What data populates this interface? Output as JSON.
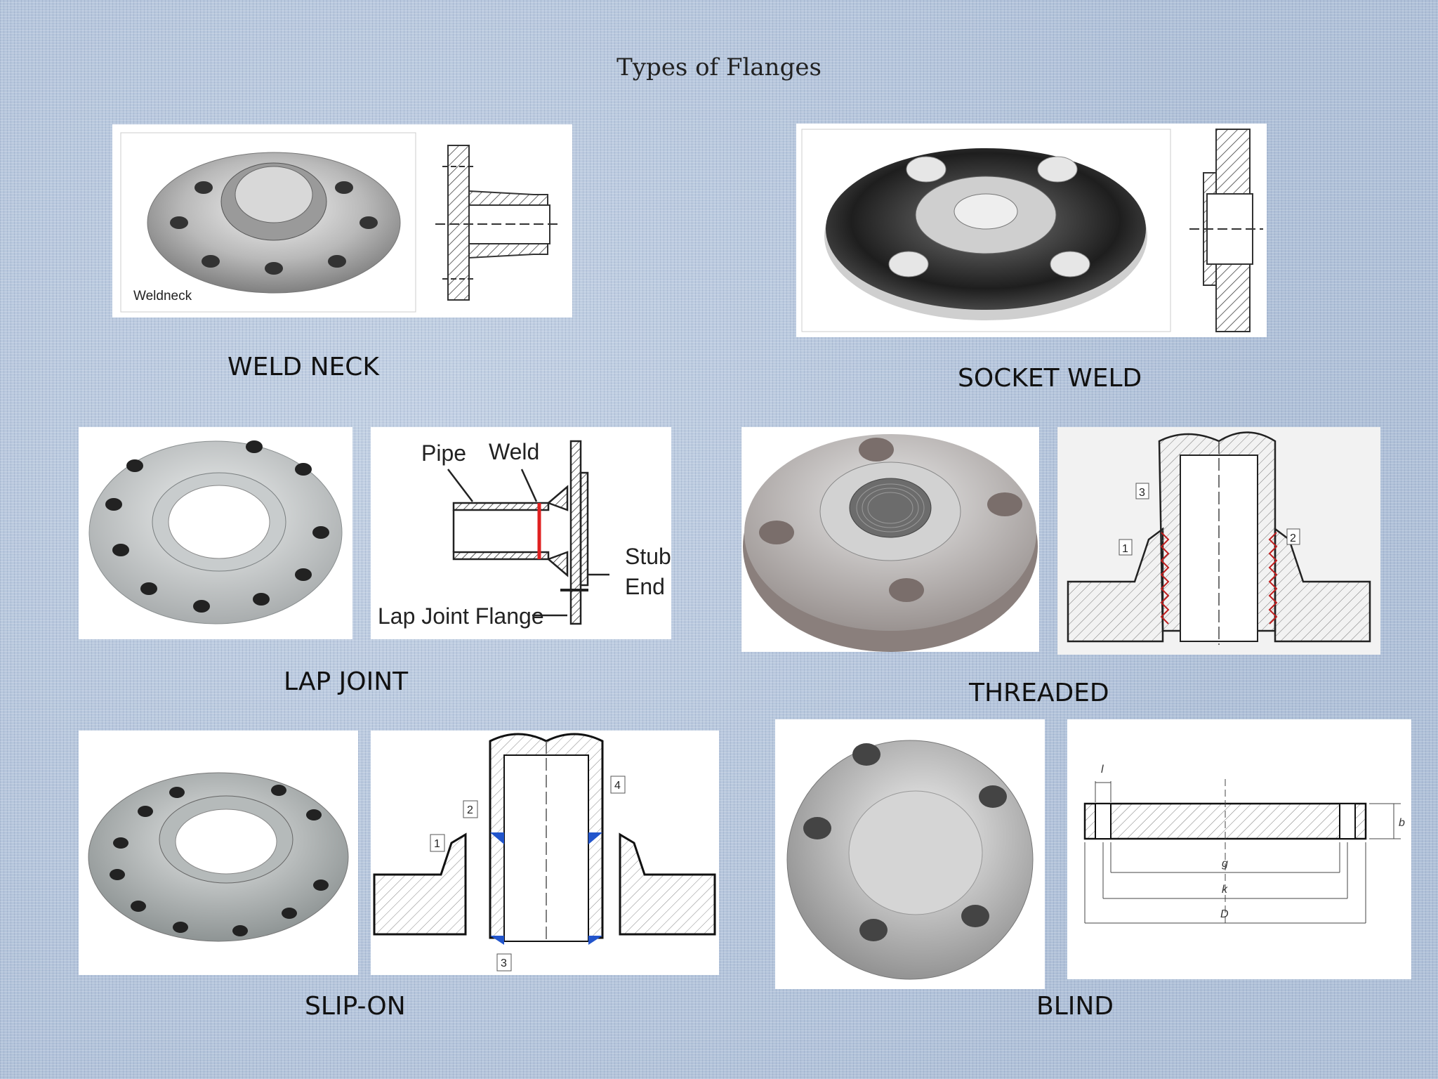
{
  "slide": {
    "title": "Types of Flanges",
    "captions": {
      "weld_neck": "WELD NECK",
      "socket_weld": "SOCKET WELD",
      "lap_joint": "LAP JOINT",
      "threaded": "THREADED",
      "slip_on": "SLIP-ON",
      "blind": "BLIND"
    },
    "image_labels": {
      "weldneck_photo": "Weldneck",
      "lap_pipe": "Pipe",
      "lap_weld": "Weld",
      "lap_stub": "Stub",
      "lap_end": "End",
      "lap_flange": "Lap Joint Flange",
      "thr_1": "1",
      "thr_2": "2",
      "thr_3": "3",
      "slip_1": "1",
      "slip_2": "2",
      "slip_3": "3",
      "slip_4": "4",
      "blind_l": "l",
      "blind_b": "b",
      "blind_g": "g",
      "blind_k": "k",
      "blind_D": "D"
    }
  }
}
